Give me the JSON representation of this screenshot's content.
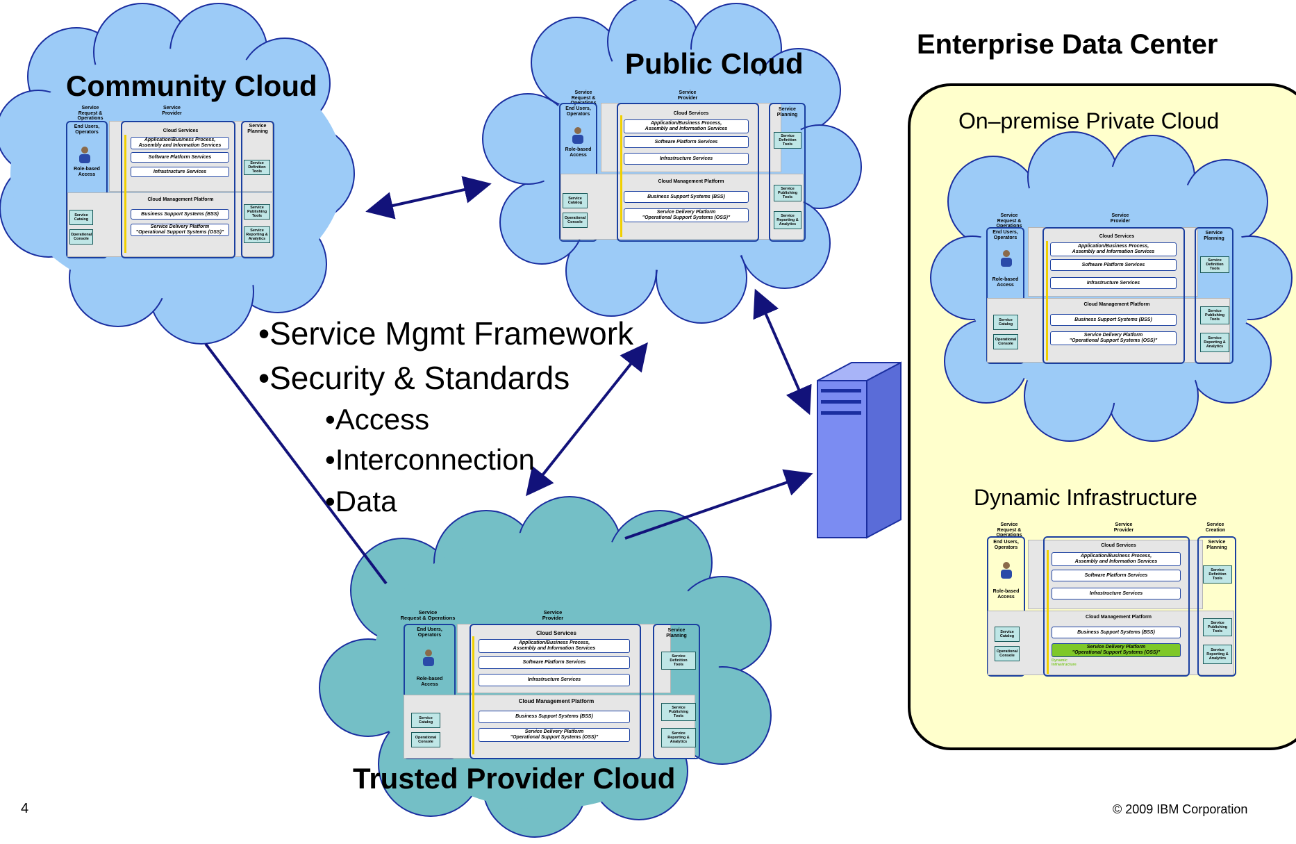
{
  "clouds": {
    "community": "Community Cloud",
    "public": "Public Cloud",
    "trusted": "Trusted Provider Cloud",
    "private": "On–premise Private Cloud"
  },
  "enterprise": {
    "title": "Enterprise Data Center",
    "dynamic": "Dynamic Infrastructure"
  },
  "bullets": {
    "main": [
      "•Service Mgmt Framework",
      "•Security & Standards"
    ],
    "sub": [
      "•Access",
      "•Interconnection",
      "•Data"
    ]
  },
  "footer": {
    "page": "4",
    "copyright": "© 2009 IBM Corporation"
  },
  "arch": {
    "col1": "Service\nRequest & Operations",
    "col2": "Service\nProvider",
    "col3": "Service\nCreation",
    "users": "End Users,\nOperators",
    "role": "Role-based\nAccess",
    "cloud_services": "Cloud Services",
    "app": "Application/Business Process,\nAssembly and Information Services",
    "sw": "Software Platform Services",
    "infra": "Infrastructure Services",
    "cmp": "Cloud Management Platform",
    "bss": "Business Support Systems (BSS)",
    "oss": "Service Delivery Platform\n\"Operational Support Systems (OSS)\"",
    "planning": "Service\nPlanning",
    "def_tools": "Service\nDefinition\nTools",
    "pub_tools": "Service\nPublishing\nTools",
    "rep": "Service\nReporting &\nAnalytics",
    "catalog": "Service\nCatalog",
    "console": "Operational\nConsole",
    "dyn_tag": "Dynamic Infrastructure"
  },
  "colors": {
    "cloud_blue": "#9ccbf7",
    "cloud_teal": "#74bfc6",
    "enterprise_fill": "#ffffcc",
    "arrow": "#12127a",
    "server": "#7b8cf2",
    "oss_highlight": "#7ec828"
  },
  "icons": [
    "server-icon",
    "user-icon"
  ]
}
